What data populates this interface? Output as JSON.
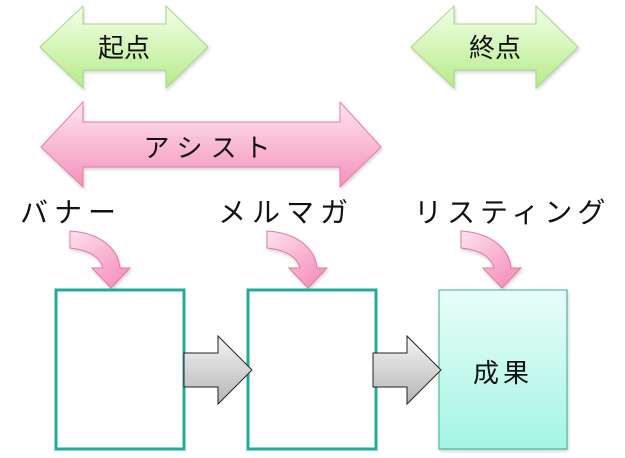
{
  "diagram": {
    "top_arrows": [
      {
        "id": "start",
        "label": "起点",
        "color": "green"
      },
      {
        "id": "end",
        "label": "終点",
        "color": "green"
      }
    ],
    "assist_arrow": {
      "label": "アシスト",
      "color": "pink"
    },
    "channels": [
      {
        "label": "バナー"
      },
      {
        "label": "メルマガ"
      },
      {
        "label": "リスティング"
      }
    ],
    "boxes": [
      {
        "label": ""
      },
      {
        "label": ""
      },
      {
        "label": "成果"
      }
    ],
    "colors": {
      "green_light": "#eefee0",
      "green_dark": "#b8ec8c",
      "green_stroke": "#a8d88a",
      "pink_light": "#fde0ec",
      "pink_dark": "#f58fb8",
      "pink_stroke": "#e57ea8",
      "teal": "#22ab99",
      "result_top": "#e6fdf7",
      "result_bottom": "#a6f6e4",
      "gray_light": "#f2f2f2",
      "gray_dark": "#b8b8b8"
    }
  }
}
